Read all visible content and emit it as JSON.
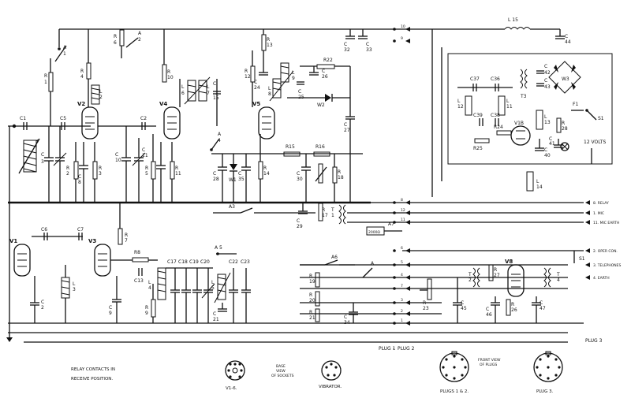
{
  "components": {
    "tubes": [
      "V1",
      "V2",
      "V3",
      "V4",
      "V5",
      "V8",
      "V1B"
    ],
    "resistors": [
      "R1",
      "R2",
      "R3",
      "R4",
      "R5",
      "R6",
      "R7",
      "R8",
      "R9",
      "R10",
      "R11",
      "R12",
      "R13",
      "R14",
      "R15",
      "R16",
      "R17",
      "R18",
      "R19",
      "R20",
      "R21",
      "R22",
      "R23",
      "R24",
      "R25",
      "R26",
      "R27",
      "R28"
    ],
    "capacitors": [
      "C1",
      "C2",
      "C3",
      "C4",
      "C5",
      "C6",
      "C7",
      "C8",
      "C9",
      "C10",
      "C11",
      "C12",
      "C13",
      "C14",
      "C15",
      "C16",
      "C17",
      "C18",
      "C19",
      "C20",
      "C21",
      "C22",
      "C23",
      "C24",
      "C25",
      "C26",
      "C27",
      "C28",
      "C29",
      "C30",
      "C31",
      "C32",
      "C33",
      "C34",
      "C35",
      "C36",
      "C37",
      "C38",
      "C39",
      "C40",
      "C41",
      "C42",
      "C43",
      "C44",
      "C45",
      "C46",
      "C47"
    ],
    "inductors": [
      "L1",
      "L2",
      "L3",
      "L4",
      "L5",
      "L6",
      "L7",
      "L8",
      "L9",
      "L10",
      "L11",
      "L12",
      "L13",
      "L14",
      "L15"
    ],
    "switches": [
      "A1",
      "A2",
      "A3",
      "A4",
      "A5",
      "A6",
      "A7",
      "S1"
    ],
    "misc": [
      "W1",
      "W2",
      "W3",
      "T1",
      "T2",
      "T3",
      "T4",
      "F1"
    ],
    "supply": "12 VOLTS",
    "resistor_2000": "2000Ω"
  },
  "plug_pins": [
    {
      "num": "10",
      "label": ""
    },
    {
      "num": "9",
      "label": ""
    },
    {
      "num": "8",
      "label": "8. RELAY"
    },
    {
      "num": "12",
      "label": "1. MIC"
    },
    {
      "num": "11",
      "label": "11. MIC EARTH"
    },
    {
      "num": "6",
      "label": "2. OPER CON."
    },
    {
      "num": "5",
      "label": "3. TELEPHONES"
    },
    {
      "num": "4",
      "label": "4. EARTH"
    },
    {
      "num": "7",
      "label": ""
    },
    {
      "num": "3",
      "label": ""
    },
    {
      "num": "2",
      "label": ""
    },
    {
      "num": "1",
      "label": ""
    }
  ],
  "plug_headers": {
    "plug1": "PLUG 1",
    "dash": "-",
    "plug2": "PLUG 2",
    "plug3": "PLUG 3"
  },
  "notes": {
    "relay_line1": "RELAY CONTACTS IN",
    "relay_line2": "RECEIVE POSITION."
  },
  "base_views": [
    {
      "id": "v16",
      "label": "V1-6.",
      "caption1": "BASE",
      "caption2": "VIEW",
      "caption3": "OF SOCKETS"
    },
    {
      "id": "vib",
      "label": "VIBRATOR."
    },
    {
      "id": "p12",
      "label": "PLUGS 1 & 2.",
      "caption1": "FRONT VIEW",
      "caption2": "OF PLUGS"
    },
    {
      "id": "p3",
      "label": "PLUG 3."
    }
  ]
}
